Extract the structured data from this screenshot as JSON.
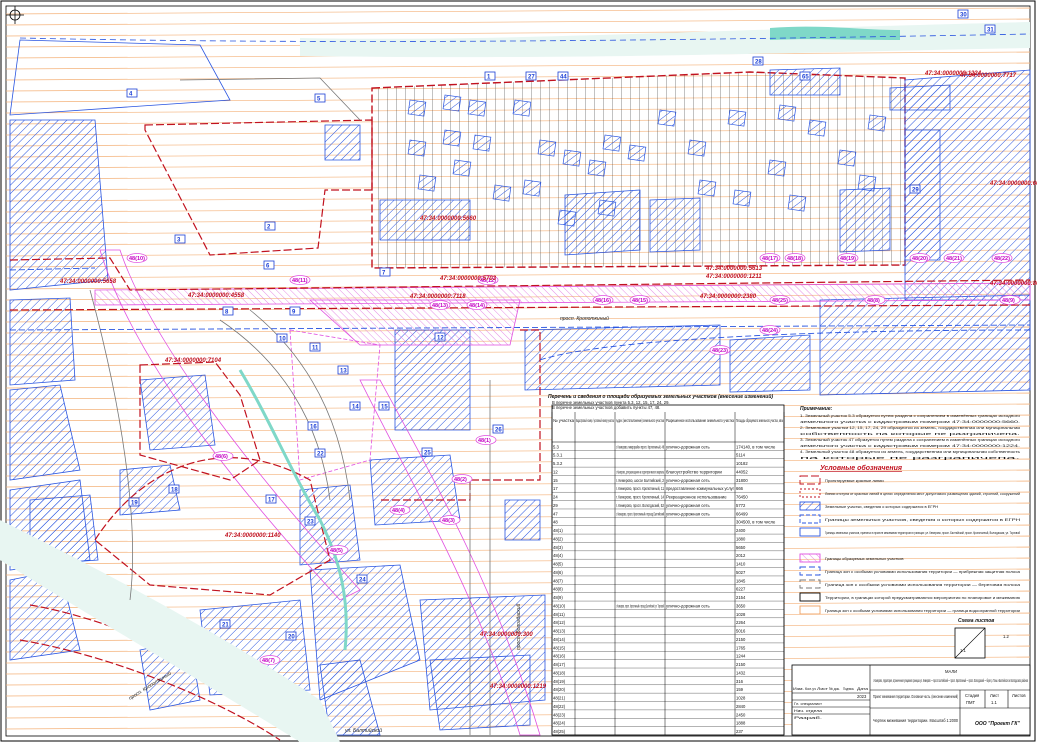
{
  "colors": {
    "cadastral": "#1b3fd6",
    "boundary": "#c1121f",
    "red_lines": "#e4573a",
    "pink_zone": "#e04fe0",
    "grid": "#f0a060",
    "water": "#7fd8c8"
  },
  "icons": [
    "crosshair-icon"
  ],
  "parcel_numbers": [
    "1",
    "2",
    "3",
    "4",
    "5",
    "6",
    "7",
    "8",
    "9",
    "10",
    "11",
    "12",
    "13",
    "14",
    "15",
    "16",
    "17",
    "18",
    "19",
    "20",
    "21",
    "22",
    "23",
    "24",
    "25",
    "26",
    "27",
    "28",
    "29",
    "30",
    "31",
    "44",
    "65"
  ],
  "pink_labels": [
    "48(10)",
    "48(11)",
    "48(12)",
    "48(13)",
    "48(14)",
    "48(15)",
    "48(16)",
    "48(17)",
    "48(18)",
    "48(19)",
    "48(20)",
    "48(21)",
    "48(22)",
    "48(23)",
    "48(24)",
    "48(25)",
    "48(8)",
    "48(9)",
    "48(1)",
    "48(2)",
    "48(3)",
    "48(4)",
    "48(5)",
    "48(6)",
    "48(7)"
  ],
  "cadastral_labels": [
    "47:34:0000000:5660",
    "47:34:0000000:7717",
    "47:34:0000000:6003",
    "47:34:0000000:4558",
    "47:34:0000000:7118",
    "47:34:0000000:5703",
    "47:34:0000000:5613",
    "47:34:0000000:1211",
    "47:34:0000000:2380",
    "47:34:0000000:7104",
    "47:34:0000000:1224",
    "47:34:0000000:1140",
    "47:34:0000000:300",
    "47:34:0000000:1219",
    "47:34:0000000:8080",
    "47:34:0000000:5658"
  ],
  "streets": {
    "a": "просп. Кропоткиный",
    "b": "ул. Балтийской",
    "c": "просп. Кропоткиный",
    "d": "просп. Вологдаский"
  },
  "parcel_table": {
    "title": "Перечень и сведения о площади образуемых земельных участков (внесение изменений)",
    "subtitle": "В перечне земельных участков пункта 5.3, 12, 15, 17, 24, 29.",
    "subtitle2": "В перечне земельных участков добавить пункты 47, 48.",
    "headers": [
      "№ участка",
      "Кадастровый номер / условный номер участка",
      "Адрес (местоположение) земельного участка",
      "Разрешенное использование земельного участка",
      "Площадь образуемого земельного участка, кв.м"
    ],
    "rows": [
      [
        "5.3",
        "",
        "г. Кемерово, микрорайон просп. Кропоткиный, 48",
        "улично-дорожная сеть",
        "174140, в том числе"
      ],
      [
        "5.3.1",
        "",
        "",
        "",
        "5114"
      ],
      [
        "5.3.2",
        "",
        "",
        "",
        "10182"
      ],
      [
        "12",
        "",
        "г. Кемерово, для размещения на территории малого квартала",
        "благоустройство территории",
        "44052"
      ],
      [
        "15",
        "",
        "г. Кемерово, шоссе Балтийский, 2",
        "улично-дорожная сеть",
        "31800"
      ],
      [
        "17",
        "",
        "г. Кемерово, просп. Кропоткиный, 11",
        "предоставление коммунальных услуг",
        "666"
      ],
      [
        "24",
        "",
        "г. Кемерово, просп. Кропоткиный, 14",
        "Рекреационное использование",
        "76450"
      ],
      [
        "29",
        "",
        "г. Кемерово, просп. Вологдаский, 52",
        "улично-дорожная сеть",
        "5772"
      ],
      [
        "47",
        "",
        "г. Кемерово, просп. Кропоткиный и проезд Балтийский",
        "улично-дорожная сеть",
        "66499"
      ],
      [
        "48",
        "",
        "",
        "",
        "304500, в том числе"
      ],
      [
        "48(1)",
        "",
        "",
        "",
        "2400"
      ],
      [
        "48(2)",
        "",
        "",
        "",
        "1880"
      ],
      [
        "48(3)",
        "",
        "",
        "",
        "5650"
      ],
      [
        "48(4)",
        "",
        "",
        "",
        "2012"
      ],
      [
        "48(5)",
        "",
        "",
        "",
        "1410"
      ],
      [
        "48(6)",
        "",
        "",
        "",
        "5027"
      ],
      [
        "48(7)",
        "",
        "",
        "",
        "1845"
      ],
      [
        "48(8)",
        "",
        "",
        "",
        "6227"
      ],
      [
        "48(9)",
        "",
        "",
        "",
        "2154"
      ],
      [
        "48(10)",
        "",
        "г. Кемерово, просп. Кропоткиный и проезд Балтийский, ул. Торговой",
        "улично-дорожная сеть",
        "3650"
      ],
      [
        "48(11)",
        "",
        "",
        "",
        "1028"
      ],
      [
        "48(12)",
        "",
        "",
        "",
        "2264"
      ],
      [
        "48(13)",
        "",
        "",
        "",
        "5016"
      ],
      [
        "48(14)",
        "",
        "",
        "",
        "2150"
      ],
      [
        "48(15)",
        "",
        "",
        "",
        "1765"
      ],
      [
        "48(16)",
        "",
        "",
        "",
        "1244"
      ],
      [
        "48(17)",
        "",
        "",
        "",
        "2150"
      ],
      [
        "48(18)",
        "",
        "",
        "",
        "1432"
      ],
      [
        "48(19)",
        "",
        "",
        "",
        "316"
      ],
      [
        "48(20)",
        "",
        "",
        "",
        "159"
      ],
      [
        "48(21)",
        "",
        "",
        "",
        "1028"
      ],
      [
        "48(22)",
        "",
        "",
        "",
        "2840"
      ],
      [
        "48(23)",
        "",
        "",
        "",
        "2450"
      ],
      [
        "48(24)",
        "",
        "",
        "",
        "1888"
      ],
      [
        "48(25)",
        "",
        "",
        "",
        "237"
      ]
    ]
  },
  "notes": {
    "title": "Примечание:",
    "lines": [
      "1. Земельный участок 5.3 образуется путем раздела с сохранением в изменённых границах исходного",
      "земельного участка с кадастровым номером 47:34:0000000:5660.",
      "2. Земельные участки 12, 15, 17, 24, 29 образуются из земель, государственная или муниципальная",
      "собственность на которые не разграничена.",
      "3. Земельный участок 47 образуется путем раздела с сохранением в изменённых границах исходного",
      "земельного участка с кадастровым номером 47:34:0000000:1224.",
      "4. Земельный участок 48 образуется из земель, государственная или муниципальная собственность",
      "на которые не разграничена."
    ]
  },
  "legend": {
    "title": "Условные обозначения",
    "items": [
      "Проектируемые красные линии",
      "Линии отступа от красных линий в целях определения мест допустимого размещения зданий, строений, сооружений",
      "Земельные участки, сведения о которых содержатся в ЕГРН",
      "Границы земельных участков, сведения о которых содержатся в ЕГРН",
      "Границы земельных участков, принятых в проекте межевания территории в границах: ул. Кемерово, просп. Балтийский, просп. Кропоткиный, Вологдаская, ул. Торговой",
      "Границы образуемых земельных участков",
      "Граница зон с особыми условиями использования территории — прибрежная защитная полоса",
      "Граница зон с особыми условиями использования территории — береговая полоса",
      "Территории, в границах которой предусматриваются мероприятия по планировке и межеванию",
      "Граница зон с особыми условиями использования территории — граница водоохранной территории"
    ]
  },
  "scheme": {
    "title": "Схема листов",
    "sheet_a": "1.1",
    "sheet_b": "1.2"
  },
  "stamp": {
    "code": "МАЛИ",
    "object": "г. Кемерово, территория, ограниченная улицами в границах ул. Кемерово — просп. Балтийский — просп. Кропоткиный — просп. Вологдаский — берег р. Томь и Балтийского и Вологдаского районов",
    "sheet_title": "Проект межевания территории. Основная часть. (внесение изменений)",
    "drawing": "Чертеж межевания территории. Масштаб 1:2000",
    "org": "ООО \"Проект ГК\"",
    "stage": "Стадия",
    "stage_val": "ПМТ",
    "list": "Лист",
    "list_val": "1.1",
    "lists": "Листов",
    "cols": [
      "Изм.",
      "Кол.уч",
      "Лист",
      "№ док.",
      "Подпись",
      "Дата"
    ],
    "roles": [
      "Гл. специалист",
      "Нач. отдела",
      "Разраб."
    ],
    "year": "2023"
  }
}
